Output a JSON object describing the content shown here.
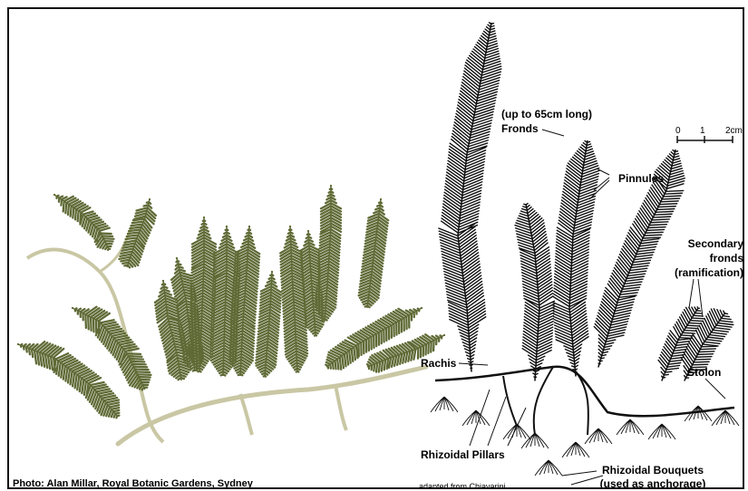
{
  "labels": {
    "fronds_size": "(up to 65cm long)",
    "fronds": "Fronds",
    "pinnules": "Pinnules",
    "secondary_1": "Secondary",
    "secondary_2": "fronds",
    "secondary_3": "(ramification)",
    "rachis": "Rachis",
    "stolon": "Stolon",
    "rhizoidal_pillars": "Rhizoidal Pillars",
    "rhizoidal_bouquets_1": "Rhizoidal Bouquets",
    "rhizoidal_bouquets_2": "(used as anchorage)"
  },
  "scale": {
    "tick0": "0",
    "tick1": "1",
    "tick2": "2cm"
  },
  "credits": {
    "photo": "Photo: Alan Millar, Royal Botanic Gardens, Sydney",
    "adapted": "adapted from Chiavarini"
  },
  "colors": {
    "plant_green": "#5f6a36",
    "stem": "#c9c7a4",
    "ink": "#111111"
  }
}
